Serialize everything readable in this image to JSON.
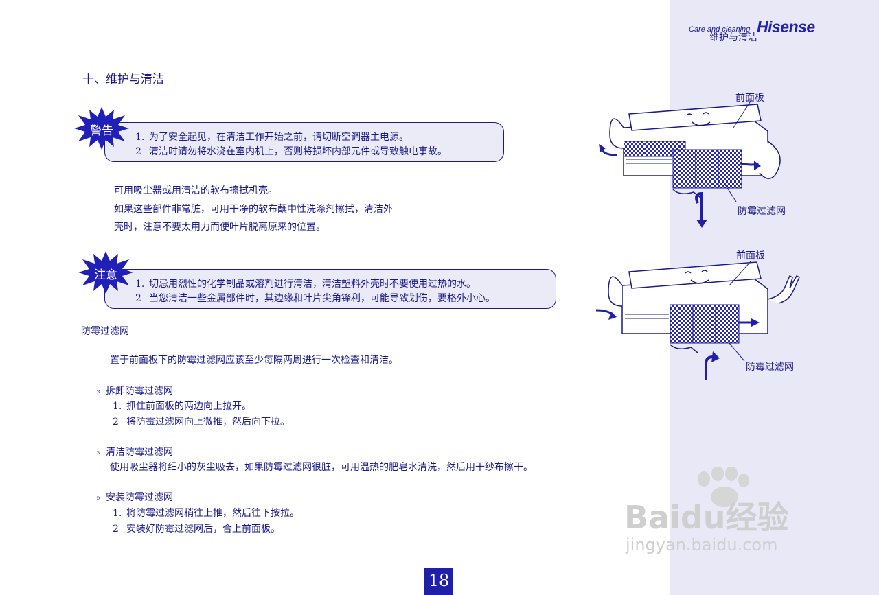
{
  "header": {
    "english": "Care and cleaning",
    "brand": "Hisense",
    "chinese": "维护与清洁"
  },
  "title": "十、维护与清洁",
  "warning": {
    "badge": "警告",
    "items": [
      {
        "num": "1.",
        "text": "为了安全起见，在清洁工作开始之前，请切断空调器主电源。"
      },
      {
        "num": "2",
        "text": "清洁时请勿将水浇在室内机上，否则将损坏内部元件或导致触电事故。"
      }
    ]
  },
  "intro": [
    "可用吸尘器或用清洁的软布擦拭机壳。",
    "如果这些部件非常脏，可用干净的软布蘸中性洗涤剂擦拭，清洁外",
    "壳时，注意不要太用力而使叶片脱离原来的位置。"
  ],
  "caution": {
    "badge": "注意",
    "items": [
      {
        "num": "1.",
        "text": "切忌用烈性的化学制品或溶剂进行清洁，清洁塑料外壳时不要使用过热的水。"
      },
      {
        "num": "2",
        "text": "当您清洁一些金属部件时，其边缘和叶片尖角锋利，可能导致划伤，要格外小心。"
      }
    ]
  },
  "filter_heading": "防霉过滤网",
  "filter_intro": "置于前面板下的防霉过滤网应该至少每隔两周进行一次检查和清洁。",
  "sections": {
    "remove": {
      "heading": "拆卸防霉过滤网",
      "items": [
        {
          "num": "1.",
          "text": "抓住前面板的两边向上拉开。"
        },
        {
          "num": "2",
          "text": "将防霉过滤网向上微推，然后向下拉。"
        }
      ]
    },
    "clean": {
      "heading": "清洁防霉过滤网",
      "text": "使用吸尘器将细小的灰尘吸去，如果防霉过滤网很脏，可用温热的肥皂水清洗，然后用干纱布擦干。"
    },
    "install": {
      "heading": "安装防霉过滤网",
      "items": [
        {
          "num": "1.",
          "text": "将防霉过滤网稍往上推，然后往下按拉。"
        },
        {
          "num": "2",
          "text": "安装好防霉过滤网后，合上前面板。"
        }
      ]
    }
  },
  "illustrations": {
    "top": {
      "front_panel": "前面板",
      "filter": "防霉过滤网"
    },
    "bottom": {
      "front_panel": "前面板",
      "filter": "防霉过滤网"
    }
  },
  "page_number": "18",
  "watermark": {
    "brand": "Baidu经验",
    "url": "jingyan.baidu.com"
  },
  "colors": {
    "text": "#1a1a8c",
    "sidebar": "#e8e8f7",
    "badge": "#2020b8",
    "page_number_bg": "#1f1faa"
  }
}
